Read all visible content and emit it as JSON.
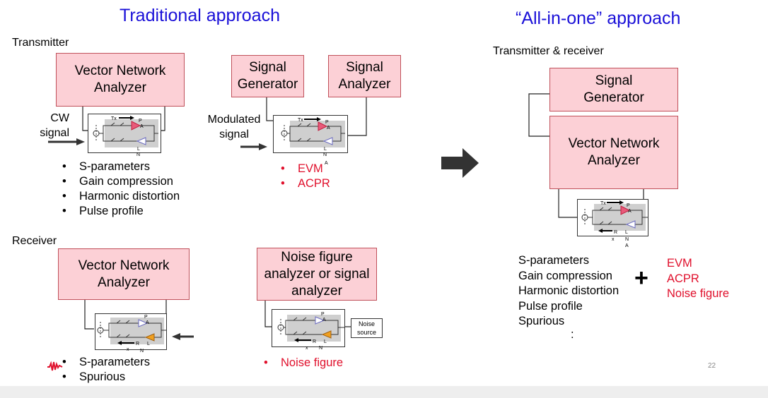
{
  "titles": {
    "left": "Traditional approach",
    "right": "“All-in-one” approach"
  },
  "sections": {
    "transmitter": "Transmitter",
    "receiver": "Receiver",
    "tx_rx": "Transmitter & receiver"
  },
  "boxes": {
    "vna_tx": "Vector Network\nAnalyzer",
    "sig_gen": "Signal\nGenerator",
    "sig_an": "Signal\nAnalyzer",
    "vna_rx": "Vector Network\nAnalyzer",
    "nf_an": "Noise figure\nanalyzer or signal\nanalyzer",
    "aio_gen": "Signal\nGenerator",
    "aio_vna": "Vector Network\nAnalyzer"
  },
  "inputs": {
    "cw": "CW\nsignal",
    "mod": "Modulated\nsignal"
  },
  "dut_labels": {
    "tx": "Tx",
    "p": "P",
    "a": "A",
    "r": "R",
    "x": "x",
    "l": "L",
    "n": "N",
    "noise_source": "Noise\nsource"
  },
  "lists": {
    "tx_vna": [
      "S-parameters",
      "Gain compression",
      "Harmonic distortion",
      "Pulse profile"
    ],
    "tx_sig": [
      "EVM",
      "ACPR"
    ],
    "rx_vna": [
      "S-parameters",
      "Spurious"
    ],
    "rx_nf": [
      "Noise figure"
    ],
    "aio_black": [
      "S-parameters",
      "Gain compression",
      "Harmonic distortion",
      "Pulse profile",
      "Spurious",
      ":"
    ],
    "aio_red": [
      "EVM",
      "ACPR",
      "Noise figure"
    ]
  },
  "plus": "+",
  "page_number": "22",
  "colors": {
    "title": "#1a10d8",
    "box_fill": "#fcd0d6",
    "box_border": "#c0505a",
    "red": "#e0102c",
    "arrow": "#333333"
  }
}
